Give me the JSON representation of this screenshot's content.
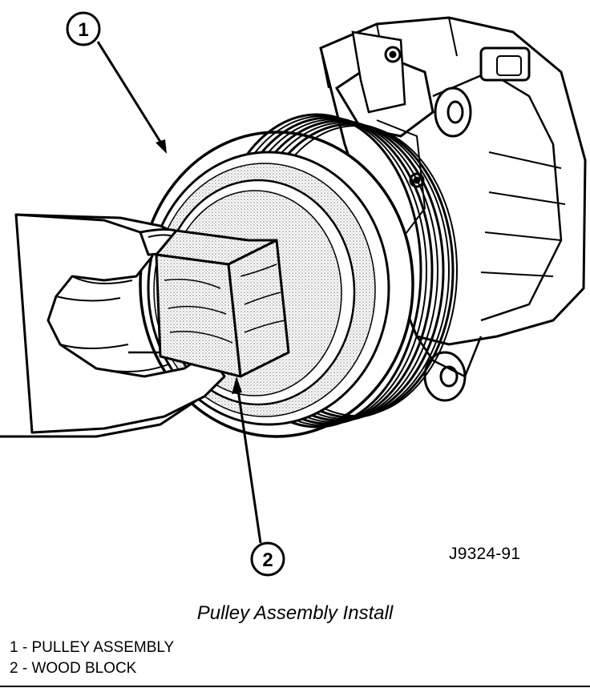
{
  "callouts": [
    "1",
    "2"
  ],
  "figure_id": "J9324-91",
  "caption": "Pulley Assembly Install",
  "legend": [
    {
      "num": "1",
      "text": "1 - PULLEY ASSEMBLY"
    },
    {
      "num": "2",
      "text": "2 - WOOD BLOCK"
    }
  ],
  "colors": {
    "ink": "#000000",
    "paper": "#ffffff",
    "shade": "#bdbdbd"
  }
}
